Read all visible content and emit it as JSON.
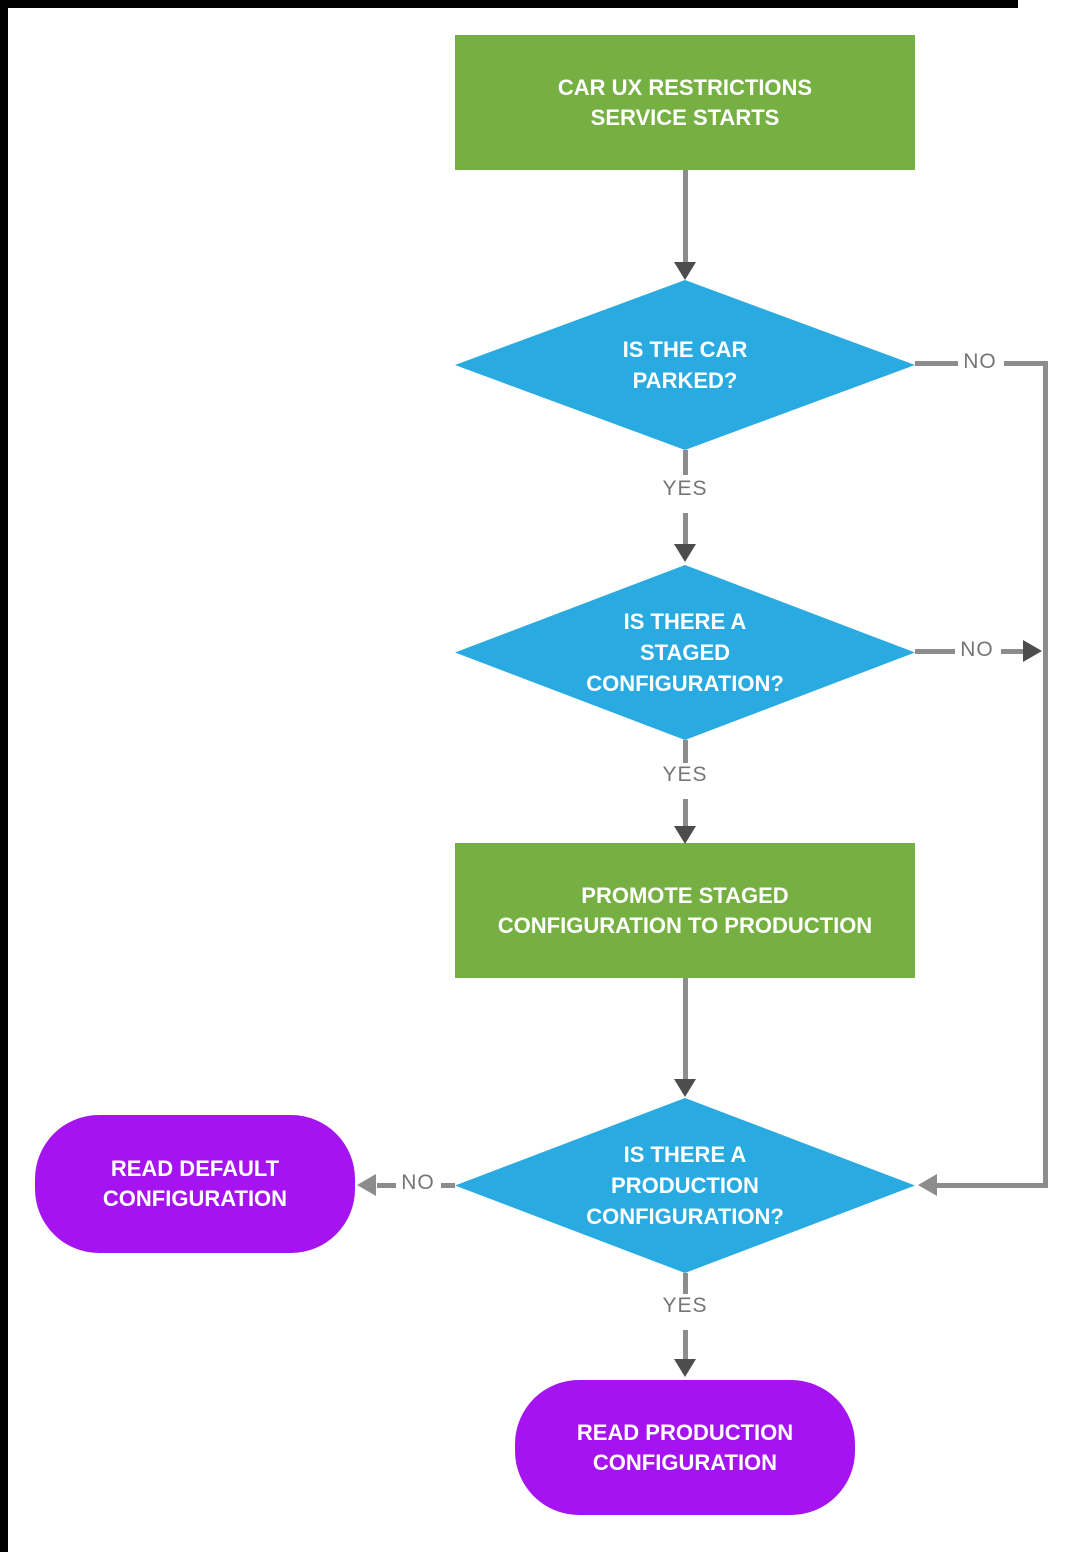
{
  "colors": {
    "process_green": "#76B043",
    "decision_blue": "#29ABE2",
    "terminal_purple": "#A514F0",
    "connector_gray": "#8C8C8C",
    "arrowhead_gray": "#4D4D4D",
    "edge_label_gray": "#757575",
    "frame_black": "#000000"
  },
  "nodes": {
    "start": {
      "type": "process",
      "label": "CAR UX RESTRICTIONS\nSERVICE STARTS"
    },
    "is_parked": {
      "type": "decision",
      "label": "IS THE CAR\nPARKED?"
    },
    "has_staged": {
      "type": "decision",
      "label": "IS THERE A\nSTAGED\nCONFIGURATION?"
    },
    "promote": {
      "type": "process",
      "label": "PROMOTE STAGED\nCONFIGURATION TO PRODUCTION"
    },
    "has_production": {
      "type": "decision",
      "label": "IS THERE A\nPRODUCTION\nCONFIGURATION?"
    },
    "read_default": {
      "type": "terminal",
      "label": "READ DEFAULT\nCONFIGURATION"
    },
    "read_production": {
      "type": "terminal",
      "label": "READ PRODUCTION\nCONFIGURATION"
    }
  },
  "edge_labels": {
    "is_parked_no": "NO",
    "is_parked_yes": "YES",
    "has_staged_no": "NO",
    "has_staged_yes": "YES",
    "has_production_no": "NO",
    "has_production_yes": "YES"
  }
}
